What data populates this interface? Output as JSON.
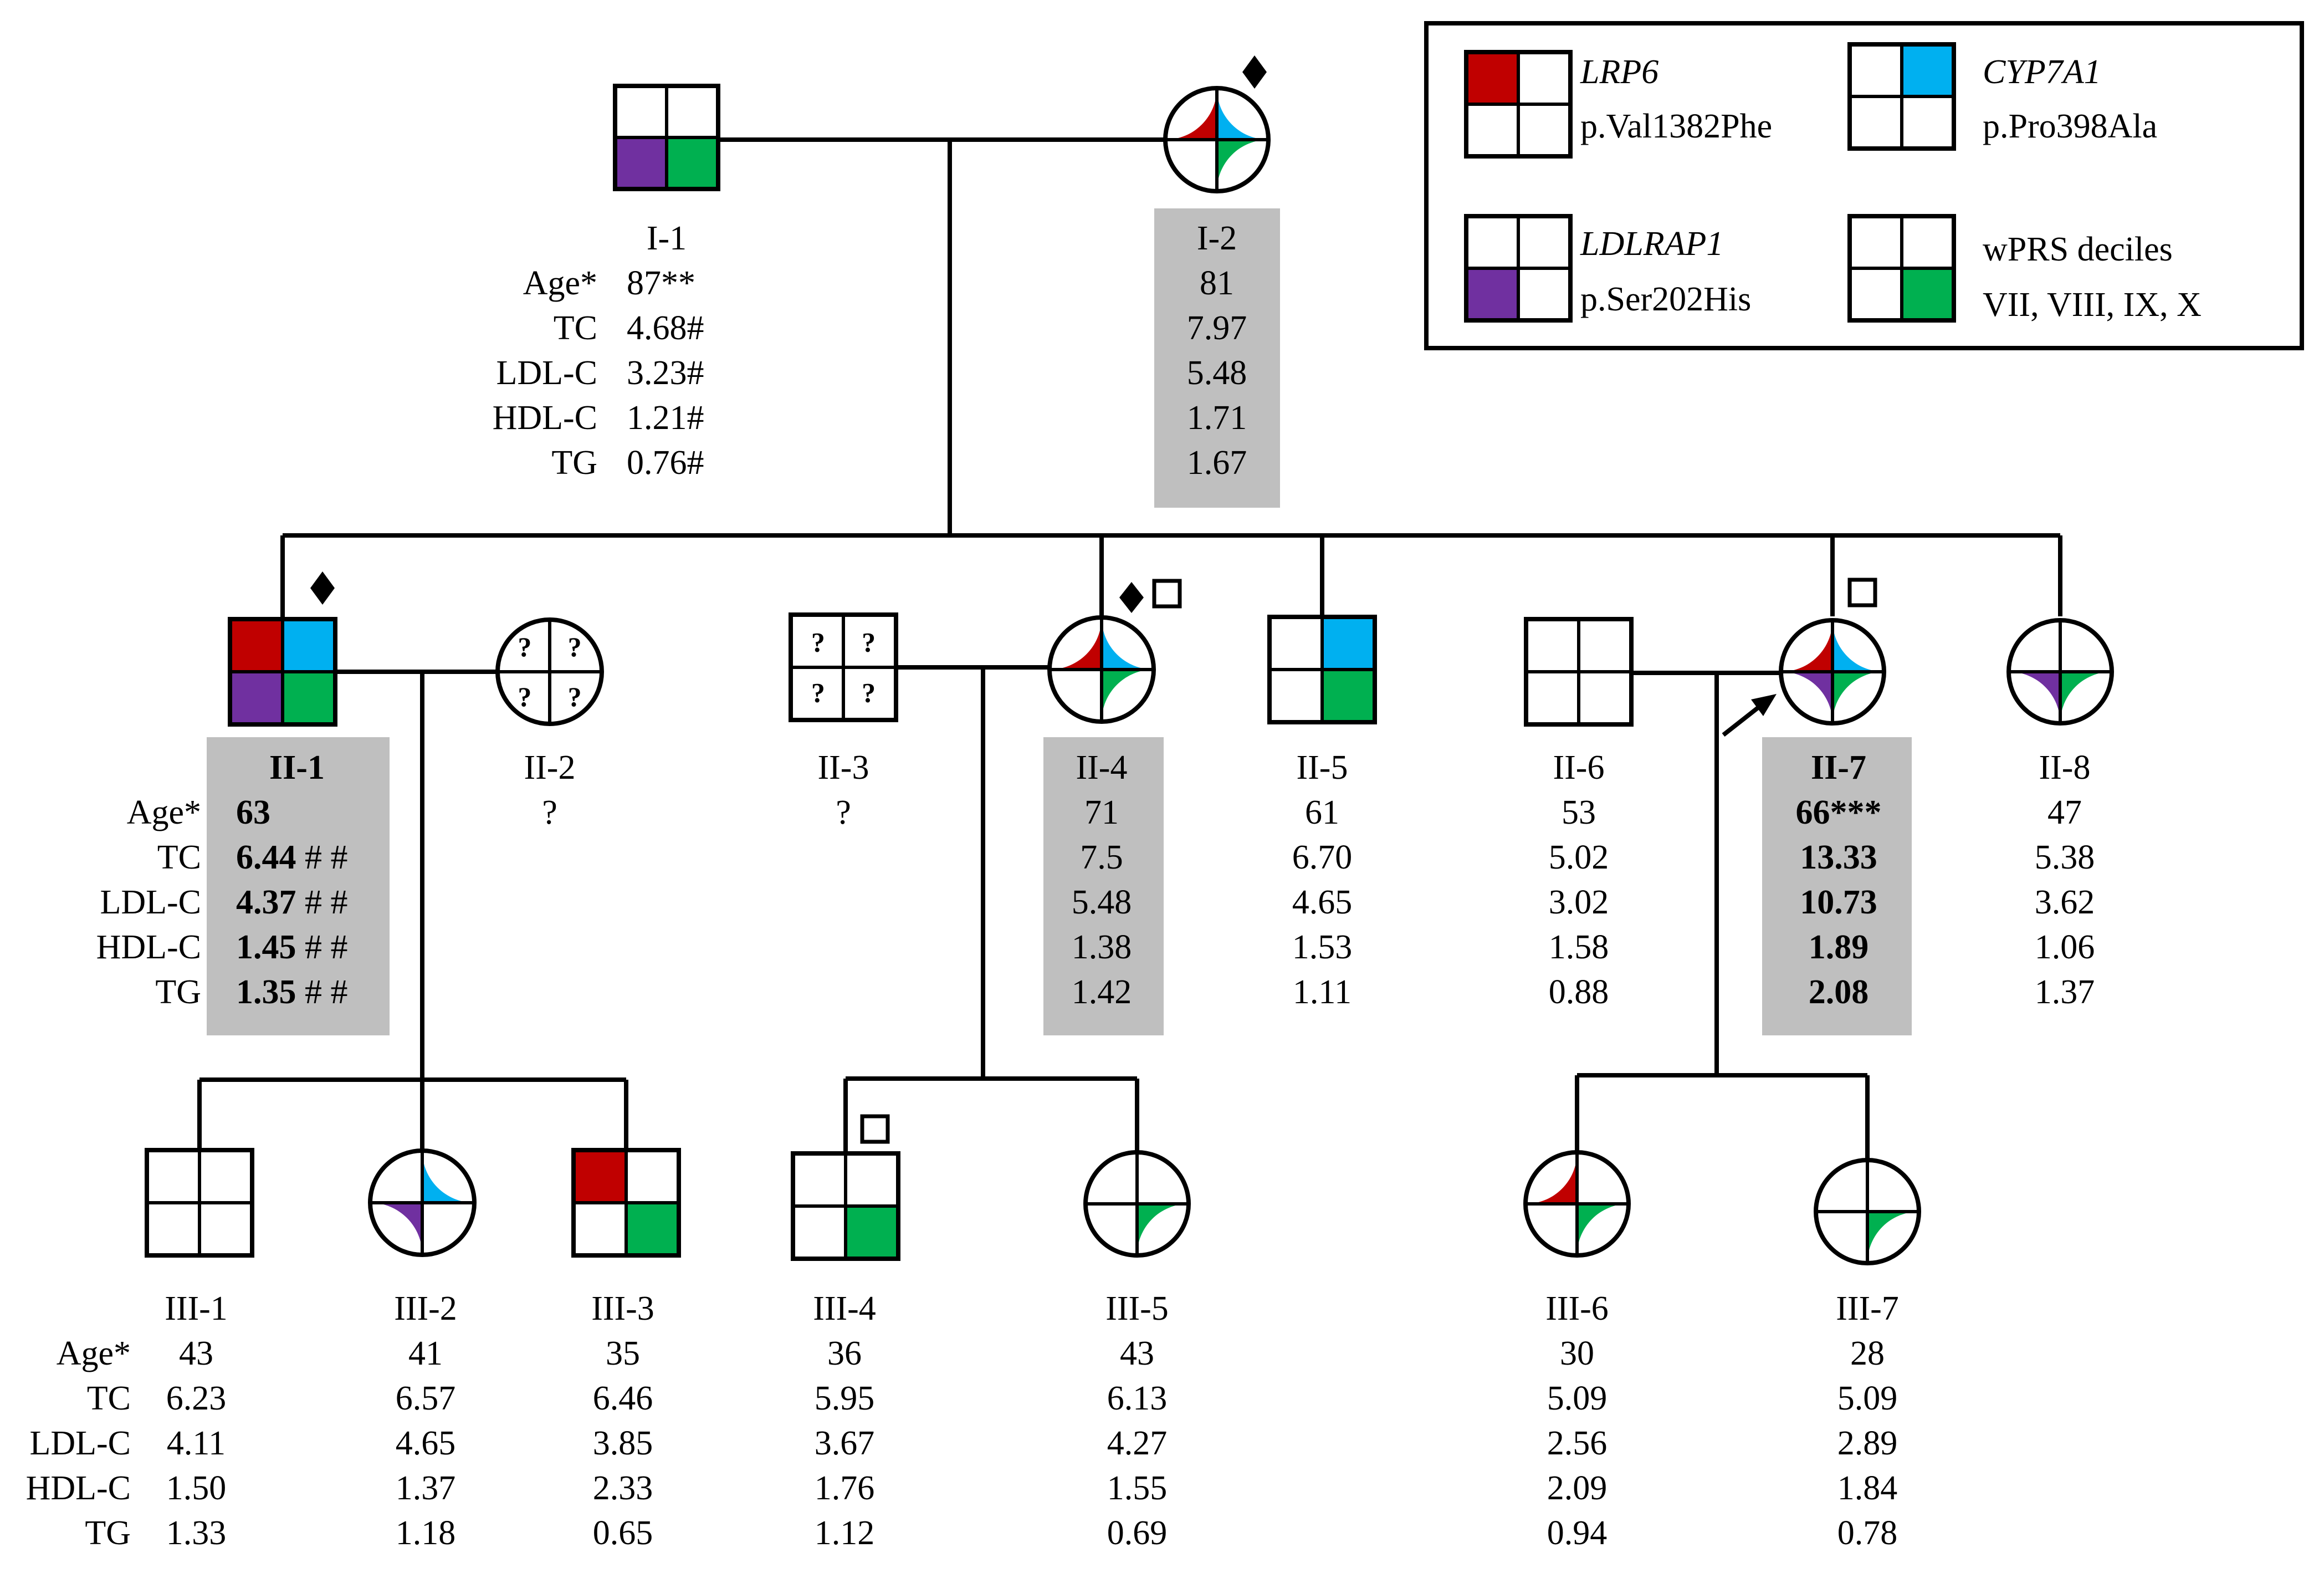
{
  "legend": {
    "items": [
      {
        "gene": "LRP6",
        "variant": "p.Val1382Phe",
        "quadrant": "top-left",
        "color": "#c00000"
      },
      {
        "gene": "CYP7A1",
        "variant": "p.Pro398Ala",
        "quadrant": "top-right",
        "color": "#00b0f0"
      },
      {
        "gene": "LDLRAP1",
        "variant": "p.Ser202His",
        "quadrant": "bottom-left",
        "color": "#7030a0"
      },
      {
        "gene": "wPRS deciles",
        "variant": "VII, VIII, IX, X",
        "quadrant": "bottom-right",
        "color": "#00b050"
      }
    ]
  },
  "row_labels": [
    "Age*",
    "TC",
    "LDL-C",
    "HDL-C",
    "TG"
  ],
  "individuals": [
    {
      "id": "I-1",
      "sex": "male",
      "fill": [
        "",
        "",
        "#7030a0",
        "#00b050"
      ],
      "values": [
        "87**",
        "4.68#",
        "3.23#",
        "1.21#",
        "0.76#"
      ],
      "labels_shown": true
    },
    {
      "id": "I-2",
      "sex": "female",
      "diamond": true,
      "shaded": true,
      "fill": [
        "#c00000",
        "#00b0f0",
        "",
        "#00b050"
      ],
      "values": [
        "81",
        "7.97",
        "5.48",
        "1.71",
        "1.67"
      ]
    },
    {
      "id": "II-1",
      "sex": "male",
      "diamond": true,
      "shaded": true,
      "bold": true,
      "labels_shown": true,
      "fill": [
        "#c00000",
        "#00b0f0",
        "#7030a0",
        "#00b050"
      ],
      "values": [
        "63",
        "6.44 # #",
        "4.37 # #",
        "1.45 # #",
        "1.35 # #"
      ]
    },
    {
      "id": "II-2",
      "sex": "female",
      "unknown": true,
      "marks": [
        "?",
        "?",
        "?",
        "?"
      ],
      "fill": [
        "",
        "",
        "",
        ""
      ],
      "values": [
        "?"
      ]
    },
    {
      "id": "II-3",
      "sex": "male",
      "unknown": true,
      "marks": [
        "?",
        "?",
        "?",
        "?"
      ],
      "fill": [
        "",
        "",
        "",
        ""
      ],
      "values": [
        "?"
      ]
    },
    {
      "id": "II-4",
      "sex": "female",
      "diamond": true,
      "open_square": true,
      "shaded": true,
      "fill": [
        "#c00000",
        "#00b0f0",
        "",
        "#00b050"
      ],
      "values": [
        "71",
        "7.5",
        "5.48",
        "1.38",
        "1.42"
      ]
    },
    {
      "id": "II-5",
      "sex": "male",
      "fill": [
        "",
        "#00b0f0",
        "",
        "#00b050"
      ],
      "values": [
        "61",
        "6.70",
        "4.65",
        "1.53",
        "1.11"
      ]
    },
    {
      "id": "II-6",
      "sex": "male",
      "fill": [
        "",
        "",
        "",
        ""
      ],
      "values": [
        "53",
        "5.02",
        "3.02",
        "1.58",
        "0.88"
      ]
    },
    {
      "id": "II-7",
      "sex": "female",
      "proband": true,
      "open_square": true,
      "shaded": true,
      "bold": true,
      "fill": [
        "#c00000",
        "#00b0f0",
        "#7030a0",
        "#00b050"
      ],
      "values": [
        "66***",
        "13.33",
        "10.73",
        "1.89",
        "2.08"
      ]
    },
    {
      "id": "II-8",
      "sex": "female",
      "fill": [
        "",
        "",
        "#7030a0",
        "#00b050"
      ],
      "values": [
        "47",
        "5.38",
        "3.62",
        "1.06",
        "1.37"
      ]
    },
    {
      "id": "III-1",
      "sex": "male",
      "labels_shown": true,
      "fill": [
        "",
        "",
        "",
        ""
      ],
      "values": [
        "43",
        "6.23",
        "4.11",
        "1.50",
        "1.33"
      ]
    },
    {
      "id": "III-2",
      "sex": "female",
      "fill": [
        "",
        "#00b0f0",
        "#7030a0",
        ""
      ],
      "values": [
        "41",
        "6.57",
        "4.65",
        "1.37",
        "1.18"
      ]
    },
    {
      "id": "III-3",
      "sex": "male",
      "fill": [
        "#c00000",
        "",
        "",
        "#00b050"
      ],
      "values": [
        "35",
        "6.46",
        "3.85",
        "2.33",
        "0.65"
      ]
    },
    {
      "id": "III-4",
      "sex": "male",
      "open_square": true,
      "fill": [
        "",
        "",
        "",
        "#00b050"
      ],
      "values": [
        "36",
        "5.95",
        "3.67",
        "1.76",
        "1.12"
      ]
    },
    {
      "id": "III-5",
      "sex": "female",
      "fill": [
        "",
        "",
        "",
        "#00b050"
      ],
      "values": [
        "43",
        "6.13",
        "4.27",
        "1.55",
        "0.69"
      ]
    },
    {
      "id": "III-6",
      "sex": "female",
      "fill": [
        "#c00000",
        "",
        "",
        "#00b050"
      ],
      "values": [
        "30",
        "5.09",
        "2.56",
        "2.09",
        "0.94"
      ]
    },
    {
      "id": "III-7",
      "sex": "female",
      "fill": [
        "",
        "",
        "",
        "#00b050"
      ],
      "values": [
        "28",
        "5.09",
        "2.89",
        "1.84",
        "0.78"
      ]
    }
  ]
}
